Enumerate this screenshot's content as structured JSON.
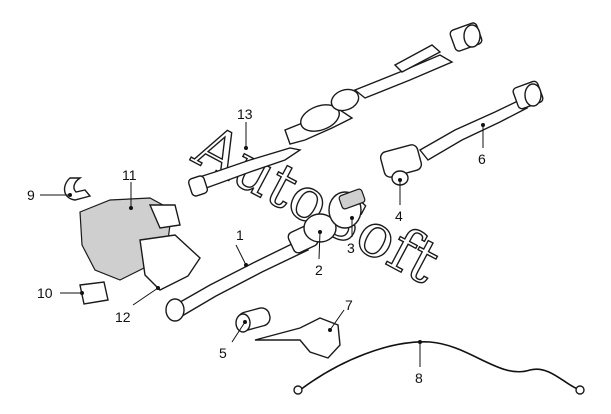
{
  "watermark": "AutoSoft",
  "callouts": [
    "1",
    "2",
    "3",
    "4",
    "5",
    "6",
    "7",
    "8",
    "9",
    "10",
    "11",
    "12",
    "13"
  ]
}
